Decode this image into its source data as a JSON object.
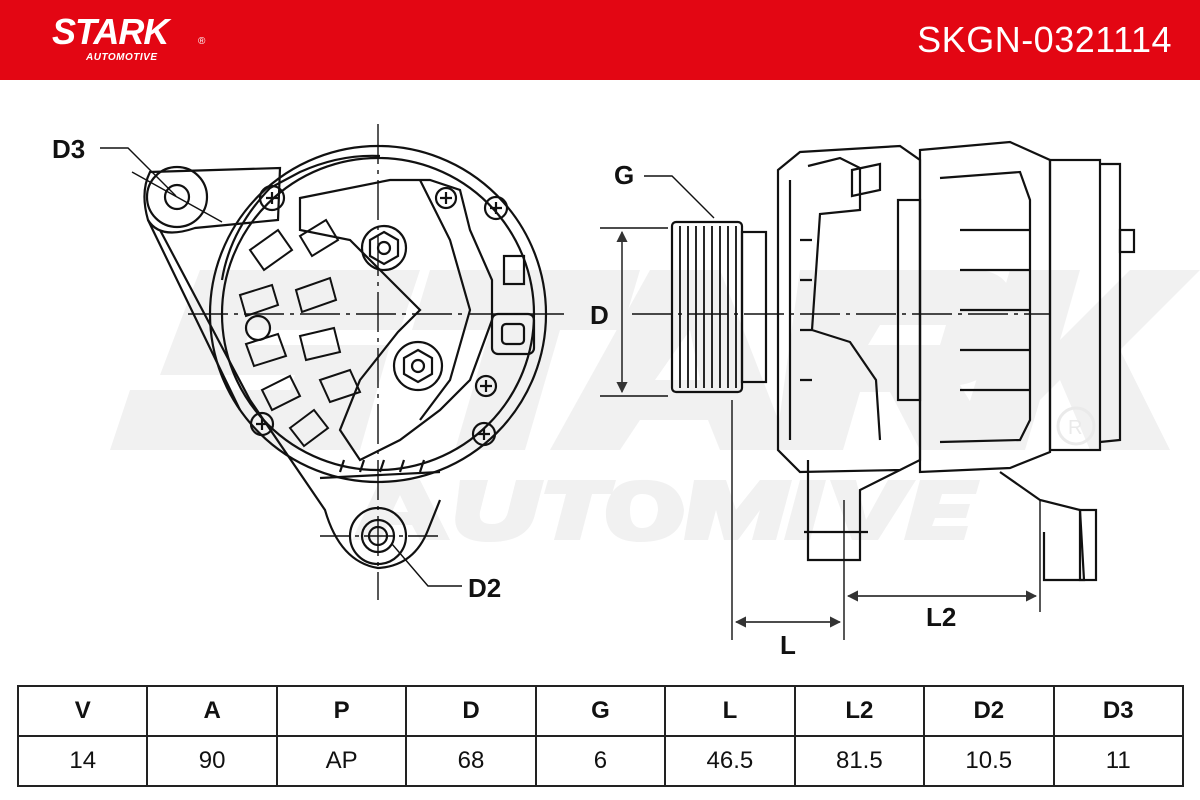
{
  "brand": {
    "name": "STARK",
    "registered_mark": "®",
    "tagline": "AUTOMOTIVE",
    "color": "#e30613"
  },
  "part_number": "SKGN-0321114",
  "drawing_labels": {
    "d3": "D3",
    "d2": "D2",
    "g": "G",
    "d": "D",
    "l": "L",
    "l2": "L2"
  },
  "specs": {
    "headers": [
      "V",
      "A",
      "P",
      "D",
      "G",
      "L",
      "L2",
      "D2",
      "D3"
    ],
    "values": [
      "14",
      "90",
      "AP",
      "68",
      "6",
      "46.5",
      "81.5",
      "10.5",
      "11"
    ]
  }
}
